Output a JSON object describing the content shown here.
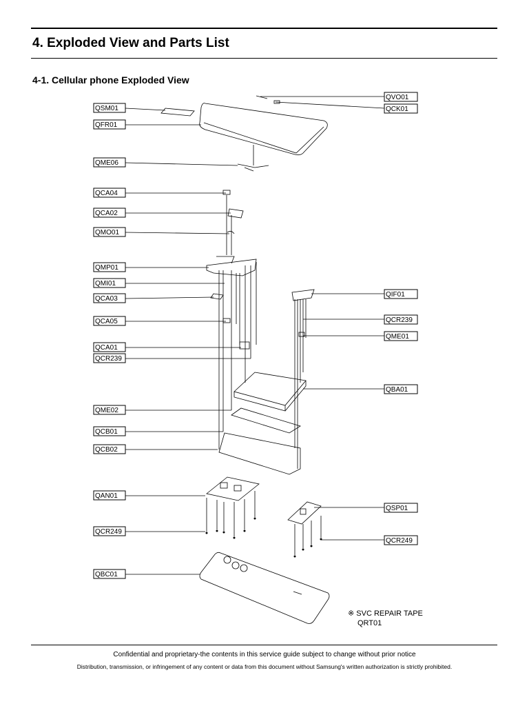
{
  "page": {
    "title": "4. Exploded View and Parts List",
    "subtitle": "4-1. Cellular phone Exploded View",
    "note_symbol": "※",
    "note_text": "SVC REPAIR TAPE",
    "note_code": "QRT01",
    "footer_line1": "Confidential and proprietary-the contents in this service guide subject to change without prior notice",
    "footer_line2": "Distribution, transmission, or infringement of any content or data from this document without Samsung's written authorization is strictly prohibited."
  },
  "labels": {
    "left": [
      "QSM01",
      "QFR01",
      "QME06",
      "QCA04",
      "QCA02",
      "QMO01",
      "QMP01",
      "QMI01",
      "QCA03",
      "QCA05",
      "QCA01",
      "QCR239",
      "QME02",
      "QCB01",
      "QCB02",
      "QAN01",
      "QCR249",
      "QBC01"
    ],
    "right": [
      "QVO01",
      "QCK01",
      "QIF01",
      "QCR239",
      "QME01",
      "QBA01",
      "QSP01",
      "QCR249"
    ]
  }
}
